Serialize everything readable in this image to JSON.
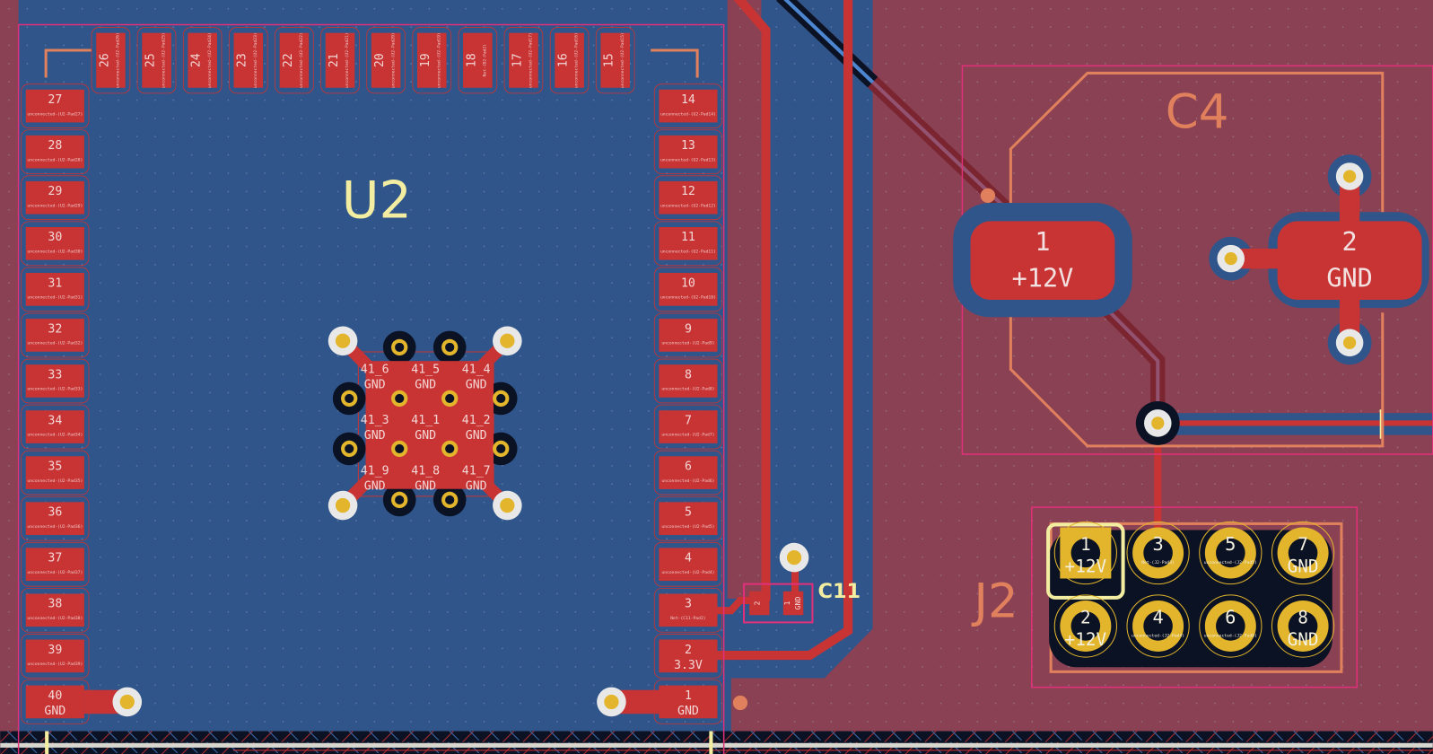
{
  "colors": {
    "board_bg": "#8b4154",
    "copper_pour": "#30558a",
    "pad": "#c83434",
    "pad_text": "#f3d6d6",
    "courtyard": "#e0307a",
    "silkscreen_front": "#f2eda1",
    "silkscreen_fab": "#e0805c",
    "via_ring": "#e8e8e8",
    "drill": "#e2b52c",
    "back_copper_dark": "#0a1224"
  },
  "u2": {
    "reference": "U2",
    "top_pads": [
      {
        "num": "26",
        "net": "unconnected-(U2-Pad26)"
      },
      {
        "num": "25",
        "net": "unconnected-(U2-Pad25)"
      },
      {
        "num": "24",
        "net": "unconnected-(U2-Pad24)"
      },
      {
        "num": "23",
        "net": "unconnected-(U2-Pad23)"
      },
      {
        "num": "22",
        "net": "unconnected-(U2-Pad22)"
      },
      {
        "num": "21",
        "net": "unconnected-(U2-Pad21)"
      },
      {
        "num": "20",
        "net": "unconnected-(U2-Pad20)"
      },
      {
        "num": "19",
        "net": "unconnected-(U2-Pad19)"
      },
      {
        "num": "18",
        "net": "Net-(D2-Pad2)"
      },
      {
        "num": "17",
        "net": "unconnected-(U2-Pad17)"
      },
      {
        "num": "16",
        "net": "unconnected-(U2-Pad16)"
      },
      {
        "num": "15",
        "net": "unconnected-(U2-Pad15)"
      }
    ],
    "left_pads": [
      {
        "num": "27",
        "net": "unconnected-(U2-Pad27)"
      },
      {
        "num": "28",
        "net": "unconnected-(U2-Pad28)"
      },
      {
        "num": "29",
        "net": "unconnected-(U2-Pad29)"
      },
      {
        "num": "30",
        "net": "unconnected-(U2-Pad30)"
      },
      {
        "num": "31",
        "net": "unconnected-(U2-Pad31)"
      },
      {
        "num": "32",
        "net": "unconnected-(U2-Pad32)"
      },
      {
        "num": "33",
        "net": "unconnected-(U2-Pad33)"
      },
      {
        "num": "34",
        "net": "unconnected-(U2-Pad34)"
      },
      {
        "num": "35",
        "net": "unconnected-(U2-Pad35)"
      },
      {
        "num": "36",
        "net": "unconnected-(U2-Pad36)"
      },
      {
        "num": "37",
        "net": "unconnected-(U2-Pad37)"
      },
      {
        "num": "38",
        "net": "unconnected-(U2-Pad38)"
      },
      {
        "num": "39",
        "net": "unconnected-(U2-Pad39)"
      },
      {
        "num": "40",
        "net": "GND",
        "big": true
      }
    ],
    "right_pads": [
      {
        "num": "14",
        "net": "unconnected-(U2-Pad14)"
      },
      {
        "num": "13",
        "net": "unconnected-(U2-Pad13)"
      },
      {
        "num": "12",
        "net": "unconnected-(U2-Pad12)"
      },
      {
        "num": "11",
        "net": "unconnected-(U2-Pad11)"
      },
      {
        "num": "10",
        "net": "unconnected-(U2-Pad10)"
      },
      {
        "num": "9",
        "net": "unconnected-(U2-Pad9)"
      },
      {
        "num": "8",
        "net": "unconnected-(U2-Pad8)"
      },
      {
        "num": "7",
        "net": "unconnected-(U2-Pad7)"
      },
      {
        "num": "6",
        "net": "unconnected-(U2-Pad6)"
      },
      {
        "num": "5",
        "net": "unconnected-(U2-Pad5)"
      },
      {
        "num": "4",
        "net": "unconnected-(U2-Pad4)"
      },
      {
        "num": "3",
        "net": "Net-(C11-Pad2)"
      },
      {
        "num": "2",
        "net": "3.3V",
        "big": true
      },
      {
        "num": "1",
        "net": "GND",
        "big": true
      }
    ],
    "thermal_pads": [
      {
        "num": "41_6",
        "net": "GND"
      },
      {
        "num": "41_5",
        "net": "GND"
      },
      {
        "num": "41_4",
        "net": "GND"
      },
      {
        "num": "41_3",
        "net": "GND"
      },
      {
        "num": "41_1",
        "net": "GND"
      },
      {
        "num": "41_2",
        "net": "GND"
      },
      {
        "num": "41_9",
        "net": "GND"
      },
      {
        "num": "41_8",
        "net": "GND"
      },
      {
        "num": "41_7",
        "net": "GND"
      }
    ]
  },
  "c11": {
    "reference": "C11",
    "pads": [
      {
        "num": "2",
        "net": "Net-(C11-Pad2)"
      },
      {
        "num": "1",
        "net": "GND"
      }
    ]
  },
  "c4": {
    "reference": "C4",
    "pads": [
      {
        "num": "1",
        "net": "+12V"
      },
      {
        "num": "2",
        "net": "GND"
      }
    ]
  },
  "j2": {
    "reference": "J2",
    "pins": [
      {
        "num": "1",
        "net": "+12V"
      },
      {
        "num": "2",
        "net": "+12V"
      },
      {
        "num": "3",
        "net": "Net-(J2-Pad3)"
      },
      {
        "num": "4",
        "net": "unconnected-(J2-Pad4)"
      },
      {
        "num": "5",
        "net": "unconnected-(J2-Pad5)"
      },
      {
        "num": "6",
        "net": "unconnected-(J2-Pad6)"
      },
      {
        "num": "7",
        "net": "GND"
      },
      {
        "num": "8",
        "net": "GND"
      }
    ]
  }
}
